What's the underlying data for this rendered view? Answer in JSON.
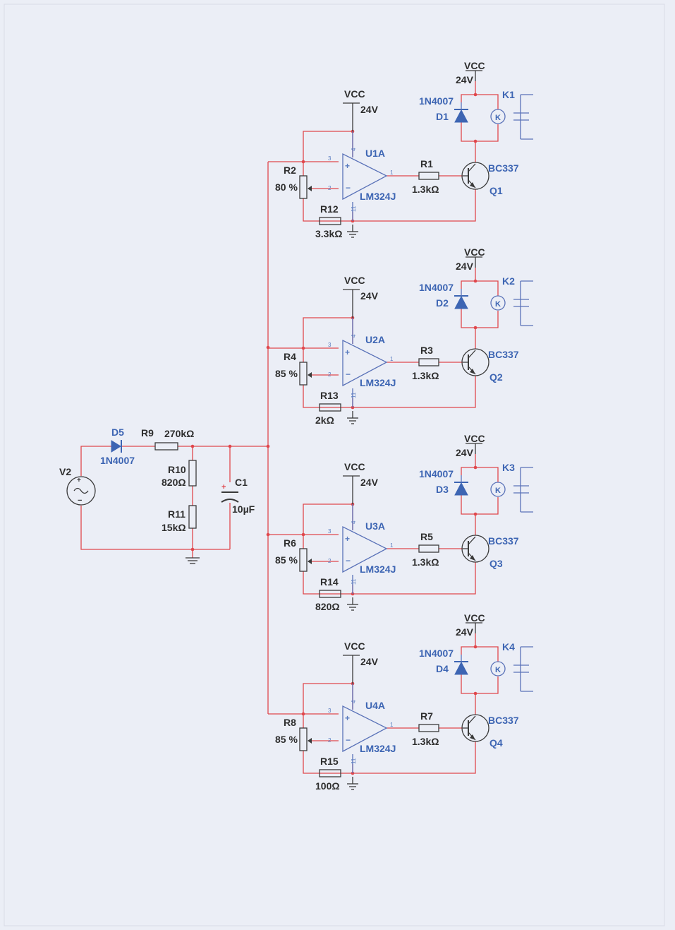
{
  "source": {
    "ref": "V2",
    "diode": {
      "ref": "D5",
      "part": "1N4007"
    },
    "r9": {
      "ref": "R9",
      "value": "270kΩ"
    },
    "r10": {
      "ref": "R10",
      "value": "820Ω"
    },
    "r11": {
      "ref": "R11",
      "value": "15kΩ"
    },
    "c1": {
      "ref": "C1",
      "value": "10µF"
    }
  },
  "stages": [
    {
      "vcc": "VCC",
      "supply": "24V",
      "opamp": "U1A",
      "part": "LM324J",
      "pot": "R2",
      "pot_setting": "80 %",
      "rfb": "R12",
      "rfb_value": "3.3kΩ",
      "rb": "R1",
      "rb_value": "1.3kΩ",
      "transistor": "Q1",
      "transistor_part": "BC337",
      "relay_vcc": "VCC",
      "relay_supply": "24V",
      "relay": "K1",
      "relay_coil": "K",
      "diode": "D1",
      "diode_part": "1N4007",
      "pin3": "3",
      "pin2": "2",
      "pin1": "1",
      "pin4": "4",
      "pin11": "11"
    },
    {
      "vcc": "VCC",
      "supply": "24V",
      "opamp": "U2A",
      "part": "LM324J",
      "pot": "R4",
      "pot_setting": "85 %",
      "rfb": "R13",
      "rfb_value": "2kΩ",
      "rb": "R3",
      "rb_value": "1.3kΩ",
      "transistor": "Q2",
      "transistor_part": "BC337",
      "relay_vcc": "VCC",
      "relay_supply": "24V",
      "relay": "K2",
      "relay_coil": "K",
      "diode": "D2",
      "diode_part": "1N4007",
      "pin3": "3",
      "pin2": "2",
      "pin1": "1",
      "pin4": "4",
      "pin11": "11"
    },
    {
      "vcc": "VCC",
      "supply": "24V",
      "opamp": "U3A",
      "part": "LM324J",
      "pot": "R6",
      "pot_setting": "85 %",
      "rfb": "R14",
      "rfb_value": "820Ω",
      "rb": "R5",
      "rb_value": "1.3kΩ",
      "transistor": "Q3",
      "transistor_part": "BC337",
      "relay_vcc": "VCC",
      "relay_supply": "24V",
      "relay": "K3",
      "relay_coil": "K",
      "diode": "D3",
      "diode_part": "1N4007",
      "pin3": "3",
      "pin2": "2",
      "pin1": "1",
      "pin4": "4",
      "pin11": "11"
    },
    {
      "vcc": "VCC",
      "supply": "24V",
      "opamp": "U4A",
      "part": "LM324J",
      "pot": "R8",
      "pot_setting": "85 %",
      "rfb": "R15",
      "rfb_value": "100Ω",
      "rb": "R7",
      "rb_value": "1.3kΩ",
      "transistor": "Q4",
      "transistor_part": "BC337",
      "relay_vcc": "VCC",
      "relay_supply": "24V",
      "relay": "K4",
      "relay_coil": "K",
      "diode": "D4",
      "diode_part": "1N4007",
      "pin3": "3",
      "pin2": "2",
      "pin1": "1",
      "pin4": "4",
      "pin11": "11"
    }
  ],
  "colors": {
    "wire": "#e0474c",
    "component": "#5a72b8",
    "label_blue": "#3d65b3",
    "label_dark": "#2e2e2e",
    "paper": "#ebeef6"
  }
}
